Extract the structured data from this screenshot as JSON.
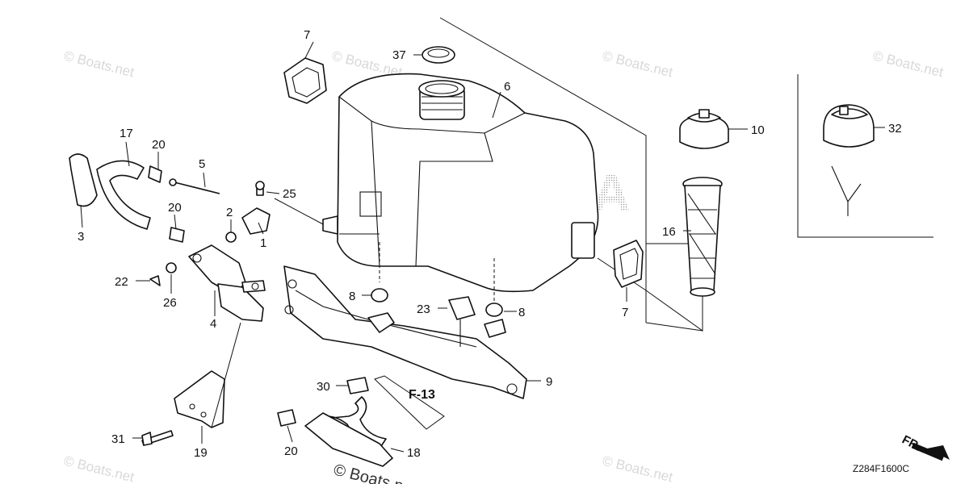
{
  "diagram": {
    "drawing_code": "Z284F1600C",
    "direction_label": "FR.",
    "section_ref": "F-13",
    "brand_watermark": "HONDA",
    "site_watermark": "© Boats.net",
    "callouts": {
      "c3": "3",
      "c17": "17",
      "c20a": "20",
      "c5": "5",
      "c25": "25",
      "c20b": "20",
      "c2": "2",
      "c1": "1",
      "c22": "22",
      "c26": "26",
      "c4": "4",
      "c7a": "7",
      "c37": "37",
      "c6": "6",
      "c8a": "8",
      "c23": "23",
      "c8b": "8",
      "c9": "9",
      "c7b": "7",
      "c10": "10",
      "c16": "16",
      "c32": "32",
      "c30": "30",
      "c18": "18",
      "c20c": "20",
      "c31": "31",
      "c19": "19"
    }
  },
  "colors": {
    "line": "#111111",
    "watermark": "#d8d8d8",
    "brand_dots": "#9a9a9a"
  }
}
